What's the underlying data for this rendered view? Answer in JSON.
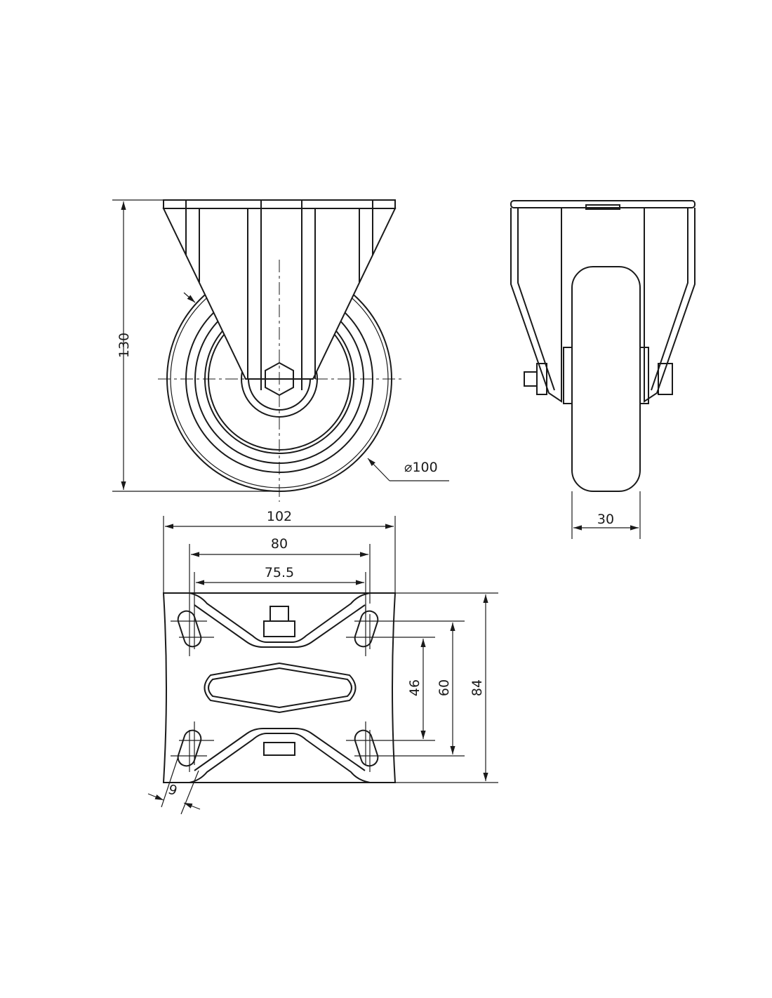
{
  "drawing": {
    "title": "Fixed castor technical drawing",
    "dimensions": {
      "height": "130",
      "wheel_diameter": "⌀100",
      "wheel_width": "30",
      "plate_width": "102",
      "hole_spacing_outer": "80",
      "hole_spacing_inner": "75.5",
      "plate_length": "84",
      "hole_spacing_long": "60",
      "hole_spacing_short": "46",
      "slot_width": "9"
    },
    "line_color": "#1a1a1a"
  }
}
